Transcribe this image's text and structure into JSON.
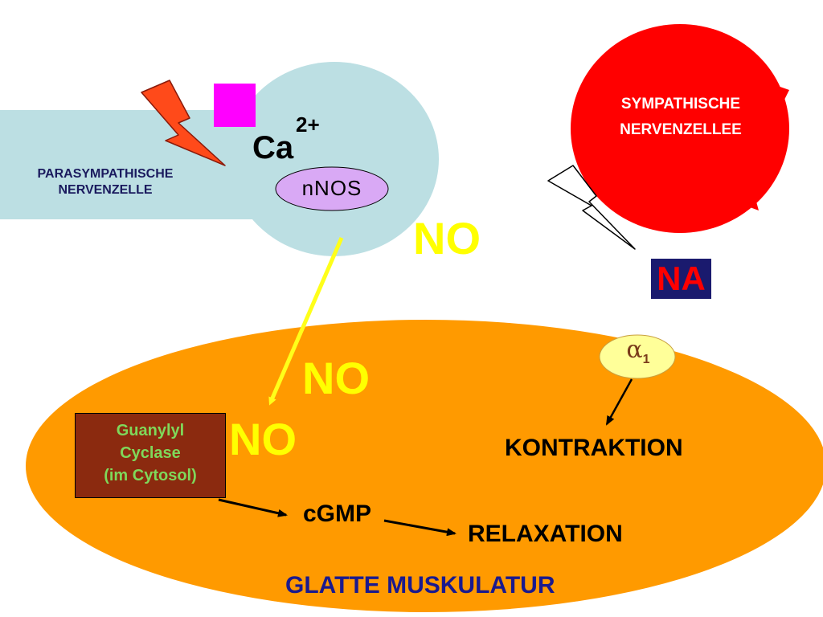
{
  "parasympathetic": {
    "line1": "PARASYMPATHISCHE",
    "line2": "NERVENZELLE"
  },
  "sympathetic": {
    "line1": "SYMPATHISCHE",
    "line2": "NERVENZELLEE"
  },
  "calcium": {
    "symbol": "Ca",
    "charge": "2+"
  },
  "enzyme": {
    "label": "nNOS"
  },
  "no_labels": {
    "top": "NO",
    "middle": "NO",
    "left": "NO"
  },
  "noradrenaline": {
    "label": "NA"
  },
  "receptor": {
    "greek": "α",
    "subscript": "1"
  },
  "guanylyl_cyclase": {
    "line1": "Guanylyl",
    "line2": "Cyclase",
    "line3": "(im Cytosol)"
  },
  "labels": {
    "contraction": "KONTRAKTION",
    "cgmp": "cGMP",
    "relaxation": "RELAXATION",
    "smooth_muscle": "GLATTE MUSKULATUR"
  },
  "colors": {
    "parasympathetic_cell": "#bcdfe3",
    "sympathetic_cell": "#ff0000",
    "smooth_muscle": "#ff9a00",
    "no_text": "#ffff00",
    "no_arrow": "#ffff1a",
    "nnos_ellipse": "#d9a9f5",
    "receptor_ellipse": "#ffff99",
    "magenta_square": "#ff00ff",
    "lightning_red": "#ff4a1a",
    "na_box": "#1a1a6e",
    "na_text": "#ff0000",
    "guanylyl_box": "#8b2a0f",
    "guanylyl_text": "#7fd85a"
  },
  "icons": {
    "lightning_parasympathetic": "lightning-icon",
    "lightning_sympathetic": "lightning-icon",
    "stimulus_square": "square-icon"
  }
}
